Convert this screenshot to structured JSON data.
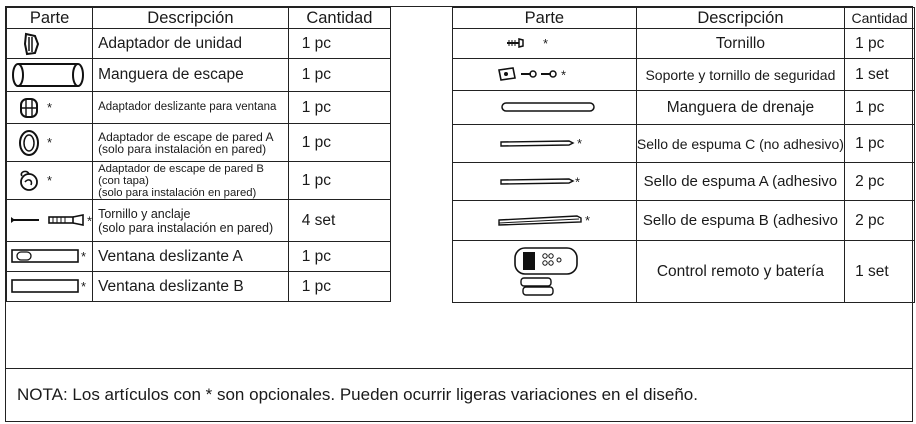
{
  "header": {
    "part": "Parte",
    "description": "Descripción",
    "quantity": "Cantidad"
  },
  "left_rows": [
    {
      "icon": "unit-adapter-icon",
      "star": "",
      "desc": "Adaptador de unidad",
      "qty": "1 pc"
    },
    {
      "icon": "exhaust-hose-icon",
      "star": "",
      "desc": "Manguera de escape",
      "qty": "1 pc"
    },
    {
      "icon": "sliding-window-adapter-icon",
      "star": "*",
      "desc": "Adaptador deslizante para ventana",
      "qty": "1 pc"
    },
    {
      "icon": "wall-exhaust-adapter-a-icon",
      "star": "*",
      "desc1": "Adaptador de escape de pared A",
      "desc2": "(solo para instalación en pared)",
      "qty": "1 pc"
    },
    {
      "icon": "wall-exhaust-adapter-b-icon",
      "star": "*",
      "desc1": "Adaptador de escape de pared B (con tapa)",
      "desc2": "(solo para instalación en pared)",
      "qty": "1 pc"
    },
    {
      "icon": "screw-anchor-icon",
      "star": "*",
      "desc1": "Tornillo y anclaje",
      "desc2": "(solo para instalación en pared)",
      "qty": "4 set"
    },
    {
      "icon": "sliding-window-a-icon",
      "star": "*",
      "desc": "Ventana deslizante A",
      "qty": "1 pc"
    },
    {
      "icon": "sliding-window-b-icon",
      "star": "*",
      "desc": "Ventana deslizante B",
      "qty": "1 pc"
    }
  ],
  "right_rows": [
    {
      "icon": "screw-icon",
      "star": "*",
      "desc": "Tornillo",
      "qty": "1 pc"
    },
    {
      "icon": "bracket-screw-icon",
      "star": "*",
      "desc": "Soporte y tornillo de seguridad",
      "qty": "1 set"
    },
    {
      "icon": "drain-hose-icon",
      "star": "",
      "desc": "Manguera de drenaje",
      "qty": "1 pc"
    },
    {
      "icon": "foam-seal-c-icon",
      "star": "*",
      "desc": "Sello de espuma C (no adhesivo)",
      "qty": "1 pc"
    },
    {
      "icon": "foam-seal-a-icon",
      "star": "*",
      "desc": "Sello de espuma A (adhesivo",
      "qty": "2 pc"
    },
    {
      "icon": "foam-seal-b-icon",
      "star": "*",
      "desc": "Sello de espuma B (adhesivo",
      "qty": "2 pc"
    },
    {
      "icon": "remote-battery-icon",
      "star": "",
      "desc": "Control remoto y batería",
      "qty": "1 set"
    }
  ],
  "note": "NOTA: Los artículos con * son opcionales. Pueden ocurrir ligeras variaciones en el diseño."
}
